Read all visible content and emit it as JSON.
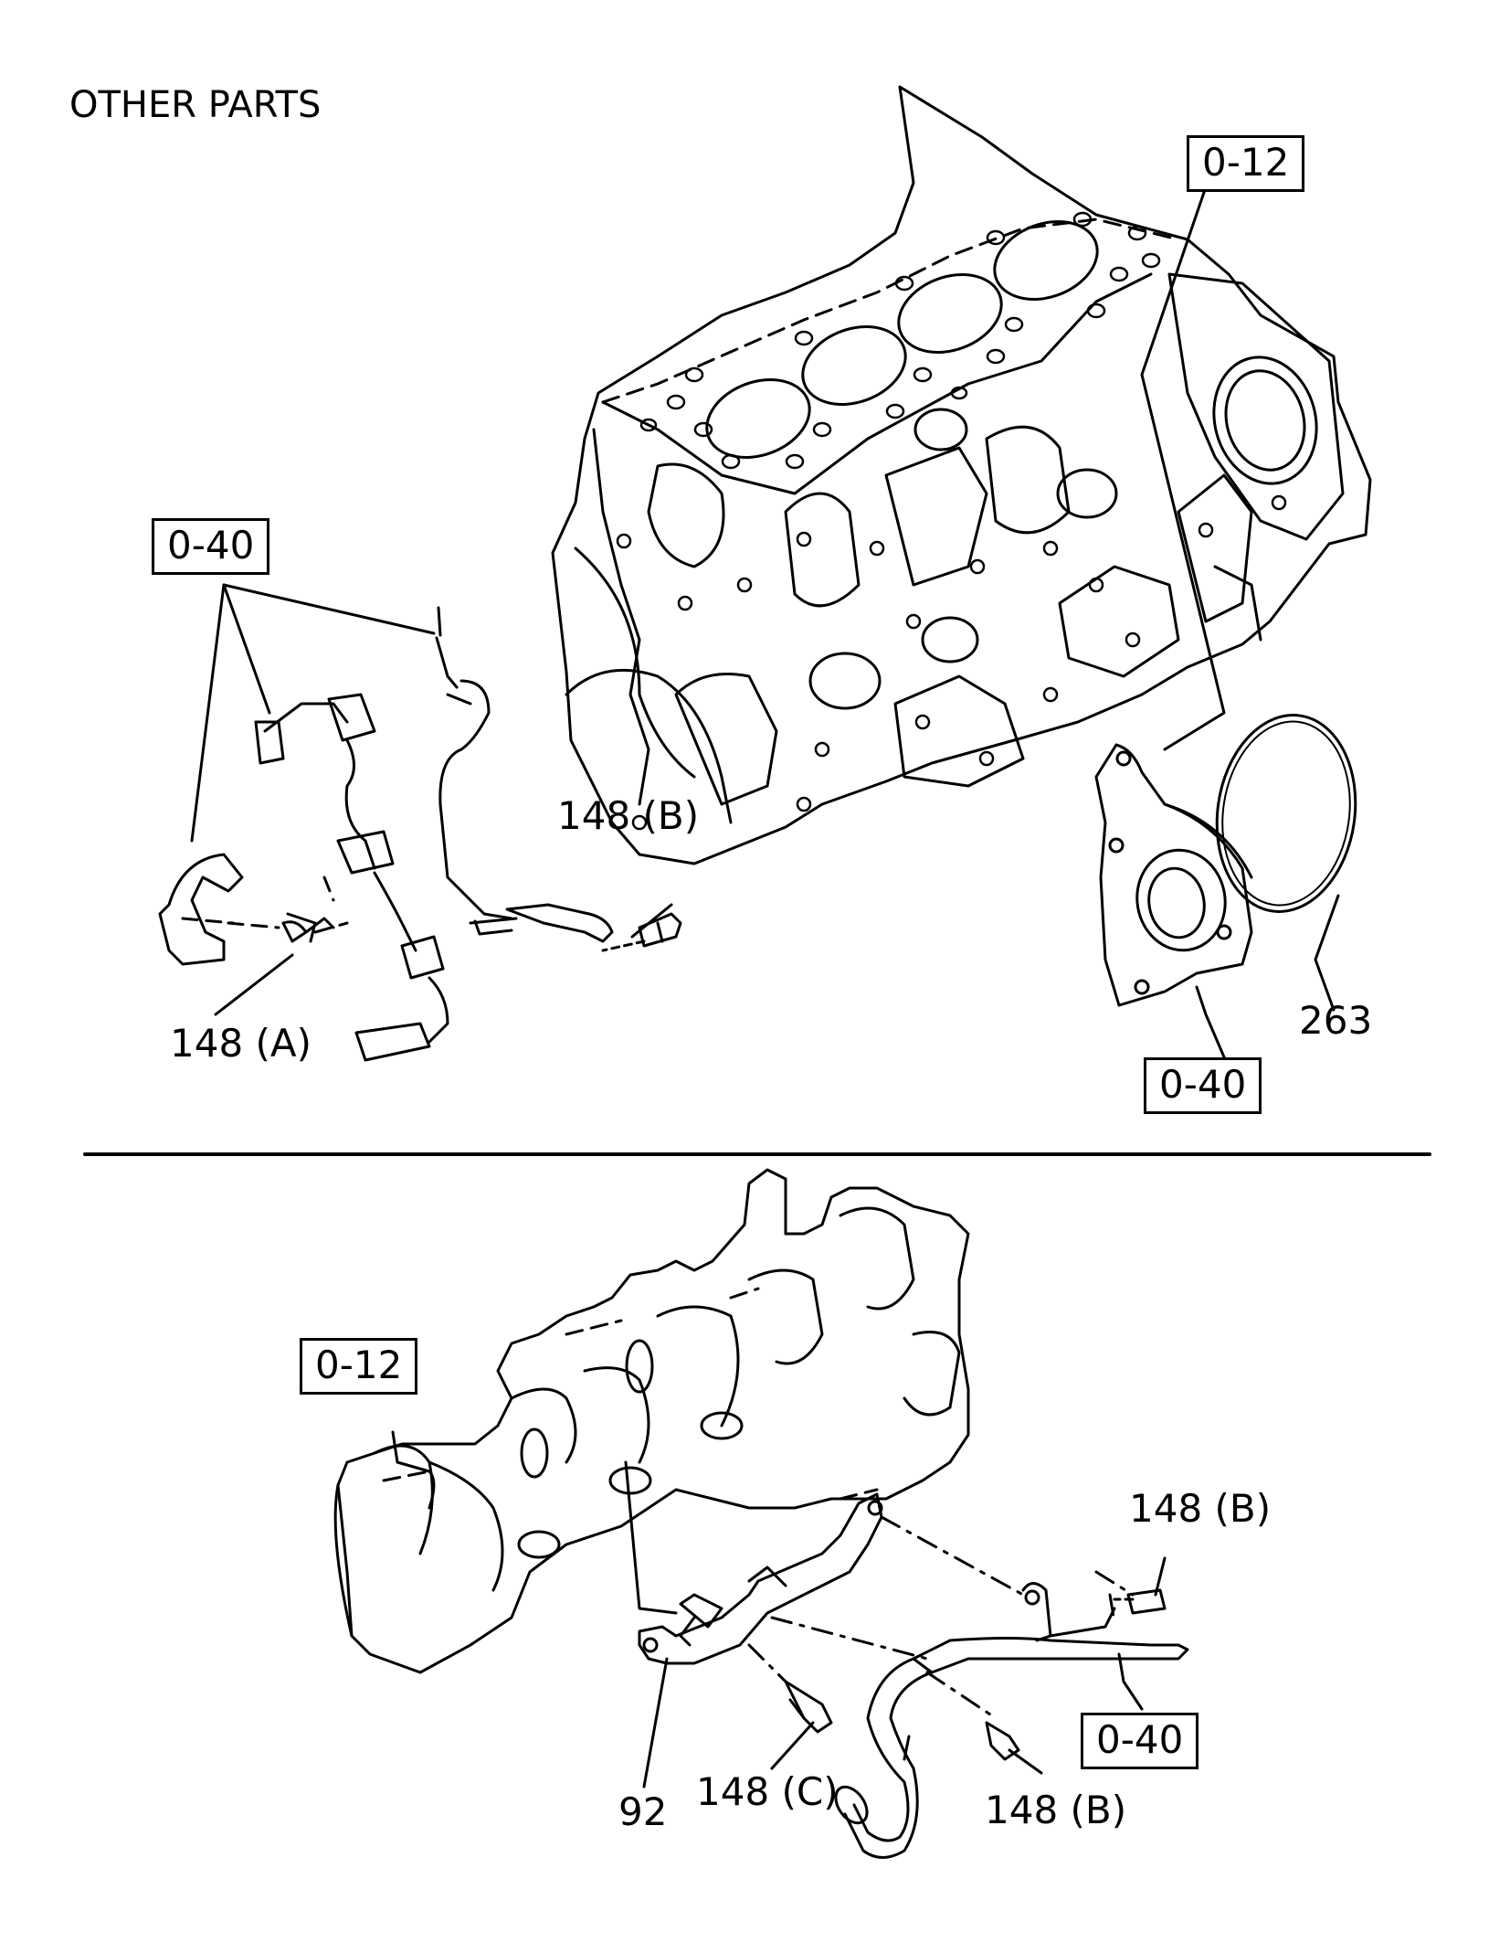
{
  "title": "OTHER PARTS",
  "colors": {
    "line": "#000000",
    "background": "#ffffff"
  },
  "upper_section": {
    "ref_boxes": [
      "0-12",
      "0-40",
      "0-40"
    ],
    "part_labels": [
      "148 (B)",
      "148 (A)",
      "263"
    ]
  },
  "lower_section": {
    "ref_boxes": [
      "0-12",
      "0-40"
    ],
    "part_labels": [
      "148 (B)",
      "148 (C)",
      "148 (B)",
      "92"
    ]
  }
}
